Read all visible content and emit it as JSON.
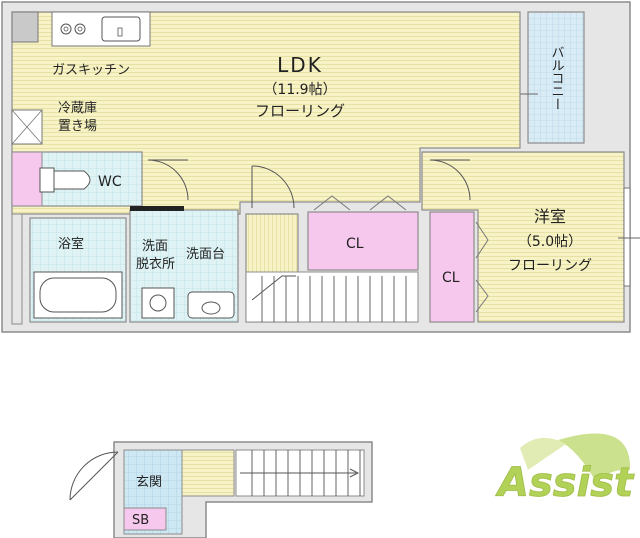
{
  "rooms": {
    "ldk": {
      "name": "LDK",
      "size": "（11.9帖）",
      "floor": "フローリング"
    },
    "western": {
      "name": "洋室",
      "size": "（5.0帖）",
      "floor": "フローリング"
    },
    "balcony": "バルコニー",
    "kitchen": "ガスキッチン",
    "fridge_l1": "冷蔵庫",
    "fridge_l2": "置き場",
    "wc": "WC",
    "bath": "浴室",
    "dressing_l1": "洗面",
    "dressing_l2": "脱衣所",
    "washbasin": "洗面台",
    "closet_ldk": "CL",
    "closet_western": "CL",
    "entrance": "玄関",
    "shoebox": "SB"
  },
  "logo": {
    "text": "Assist"
  },
  "colors": {
    "floor_yellow": "#f7f3c6",
    "wet_blue": "#dff3f5",
    "closet_pink": "#f7c8ee",
    "balcony_blue": "#d9ecf6",
    "wall": "#8c8c8c",
    "logo_green": "#a5c93a"
  }
}
